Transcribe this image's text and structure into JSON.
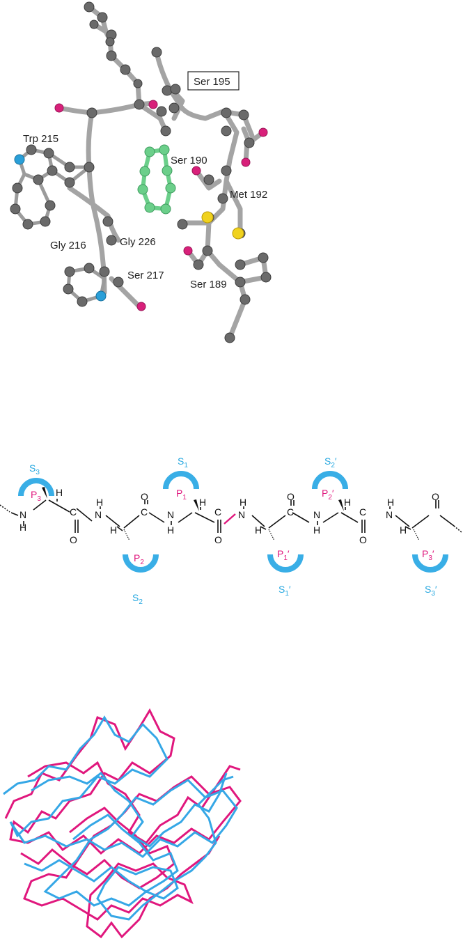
{
  "colors": {
    "backbone": "#a9a9a9",
    "carbon": "#6d6d6d",
    "oxygen": "#d8207a",
    "nitrogen": "#2a9fd8",
    "sulfur": "#f0d21e",
    "ligand": "#6bcf8a",
    "pocket": "#39aee6",
    "substrate": "#e0177d",
    "bond": "#111111"
  },
  "panel1": {
    "labels": {
      "ser195": "Ser 195",
      "trp215": "Trp 215",
      "ser190": "Ser 190",
      "met192": "Met 192",
      "gly216": "Gly 216",
      "gly226": "Gly 226",
      "ser217": "Ser 217",
      "ser189": "Ser 189"
    }
  },
  "panel2": {
    "atoms": {
      "N": "N",
      "H": "H",
      "C": "C",
      "O": "O"
    },
    "sites": {
      "s3": {
        "main": "S",
        "sub": "3"
      },
      "s2": {
        "main": "S",
        "sub": "2"
      },
      "s1": {
        "main": "S",
        "sub": "1"
      },
      "s1p": {
        "main": "S",
        "sub": "1",
        "prime": "′"
      },
      "s2p": {
        "main": "S",
        "sub": "2",
        "prime": "′"
      },
      "s3p": {
        "main": "S",
        "sub": "3",
        "prime": "′"
      }
    },
    "residues": {
      "p3": {
        "main": "P",
        "sub": "3"
      },
      "p2": {
        "main": "P",
        "sub": "2"
      },
      "p1": {
        "main": "P",
        "sub": "1"
      },
      "p1p": {
        "main": "P",
        "sub": "1",
        "prime": "′"
      },
      "p2p": {
        "main": "P",
        "sub": "2",
        "prime": "′"
      },
      "p3p": {
        "main": "P",
        "sub": "3",
        "prime": "′"
      }
    }
  }
}
